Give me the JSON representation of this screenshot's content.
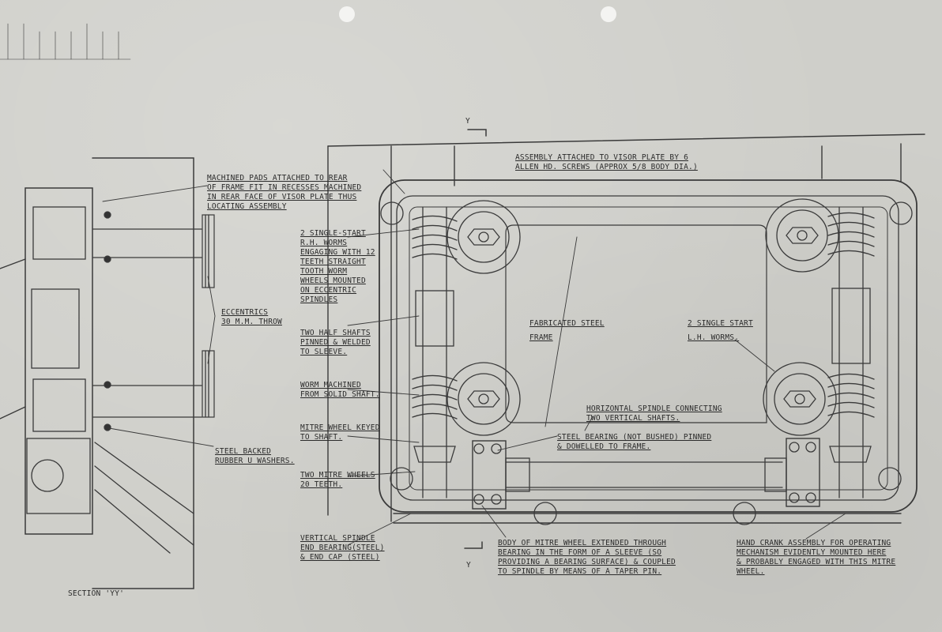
{
  "notes": {
    "machined_pads": [
      "MACHINED PADS ATTACHED TO REAR",
      "OF FRAME FIT IN RECESSES MACHINED",
      "IN REAR FACE OF VISOR PLATE THUS",
      "LOCATING ASSEMBLY"
    ],
    "assembly_attached": [
      "ASSEMBLY ATTACHED TO VISOR PLATE BY 6",
      "ALLEN HD. SCREWS (APPROX 5/8 BODY DIA.)"
    ],
    "rh_worms": [
      "2 SINGLE-START",
      "R.H. WORMS",
      "ENGAGING WITH 12",
      "TEETH STRAIGHT",
      "TOOTH WORM",
      "WHEELS MOUNTED",
      "ON ECCENTRIC",
      "SPINDLES"
    ],
    "eccentrics": [
      "ECCENTRICS",
      "30 M.M. THROW"
    ],
    "half_shafts": [
      "TWO HALF SHAFTS",
      "PINNED & WELDED",
      "TO SLEEVE."
    ],
    "fabricated_frame": [
      "FABRICATED STEEL",
      "FRAME"
    ],
    "lh_worms": [
      "2 SINGLE START",
      "L.H. WORMS."
    ],
    "worm_machined": [
      "WORM MACHINED",
      "FROM SOLID SHAFT."
    ],
    "horizontal_spindle": [
      "HORIZONTAL SPINDLE CONNECTING",
      "TWO VERTICAL SHAFTS."
    ],
    "mitre_keyed": [
      "MITRE WHEEL KEYED",
      "TO SHAFT."
    ],
    "steel_bearing": [
      "STEEL BEARING (NOT BUSHED) PINNED",
      "& DOWELLED TO FRAME."
    ],
    "rubber_washers": [
      "STEEL BACKED",
      "RUBBER U WASHERS."
    ],
    "two_mitre": [
      "TWO MITRE WHEELS",
      "20 TEETH."
    ],
    "vertical_spindle": [
      "VERTICAL SPINDLE",
      "END BEARING(STEEL)",
      "& END CAP (STEEL)"
    ],
    "body_mitre": [
      "BODY OF MITRE WHEEL EXTENDED THROUGH",
      "BEARING IN THE FORM OF A SLEEVE (SO",
      "PROVIDING A BEARING SURFACE) & COUPLED",
      "TO SPINDLE BY MEANS OF A TAPER PIN."
    ],
    "hand_crank": [
      "HAND CRANK ASSEMBLY FOR OPERATING",
      "MECHANISM EVIDENTLY MOUNTED HERE",
      "& PROBABLY ENGAGED WITH THIS MITRE",
      "WHEEL."
    ],
    "section": [
      "SECTION 'YY'"
    ],
    "y_top": [
      "Y"
    ],
    "y_bottom": [
      "Y"
    ]
  },
  "colors": {
    "paper": "#cfcfca",
    "ink": "#2b2b2b",
    "hole": "#f4f4f2"
  }
}
